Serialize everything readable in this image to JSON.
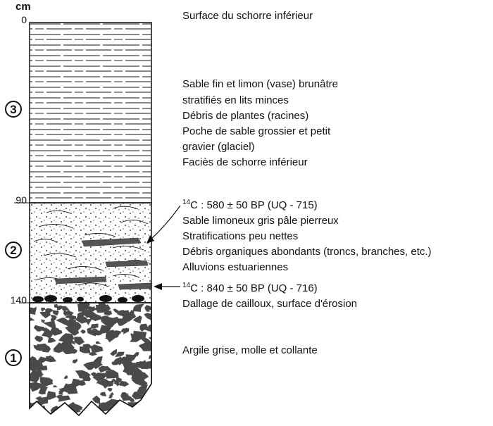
{
  "scale": {
    "unit": "cm",
    "ticks": [
      {
        "value": 0,
        "label": "0"
      },
      {
        "value": 90,
        "label": "90"
      },
      {
        "value": 140,
        "label": "140"
      }
    ]
  },
  "units": [
    {
      "number": "3",
      "lithology": "laminated sand and silt",
      "lines": [
        "Sable fin et limon (vase) brunâtre",
        "stratifiés en lits minces",
        "Débris de plantes (racines)",
        "Poche de sable grossier et petit",
        "gravier (glaciel)",
        "Faciès de schorre inférieur"
      ]
    },
    {
      "number": "2",
      "lithology": "stony sand with organic debris",
      "lines": [
        "Sable limoneux gris pâle pierreux",
        "Stratifications peu nettes",
        "Débris organiques abondants (troncs, branches, etc.)",
        "Alluvions estuariennes"
      ]
    },
    {
      "number": "1",
      "lithology": "clay",
      "lines": [
        "Argile grise, molle et collante"
      ]
    }
  ],
  "top_label": "Surface du schorre inférieur",
  "dates": [
    {
      "sup": "14",
      "text": "C : 580 ± 50 BP (UQ - 715)"
    },
    {
      "sup": "14",
      "text": "C : 840 ± 50 BP (UQ - 716)"
    }
  ],
  "base_label": "Dallage de cailloux, surface d'érosion",
  "colors": {
    "stroke": "#111111",
    "debris": "#555555",
    "clay": "#4a4a4a"
  }
}
